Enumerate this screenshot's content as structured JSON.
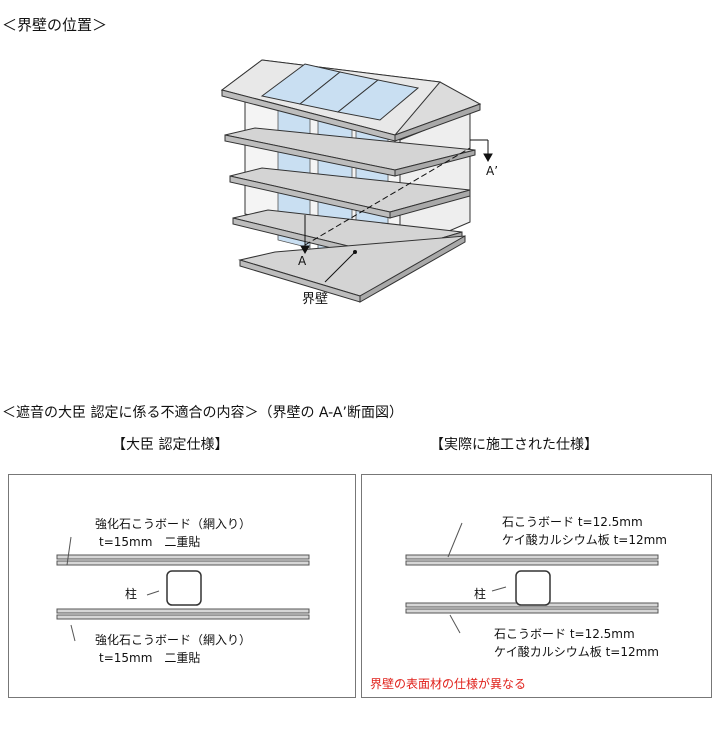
{
  "titles": {
    "location": "＜界壁の位置＞",
    "section": "＜遮音の大臣 認定に係る不適合の内容＞（界壁の A-A’断面図）",
    "approved": "【大臣 認定仕様】",
    "actual": "【実際に施工された仕様】"
  },
  "building": {
    "label_a": "A",
    "label_a_prime": "A’",
    "wall_label": "界壁"
  },
  "approved_spec": {
    "top_line1": "強化石こうボード（網入り）",
    "top_line2": "t=15mm　二重貼",
    "column": "柱",
    "bottom_line1": "強化石こうボード（網入り）",
    "bottom_line2": "t=15mm　二重貼"
  },
  "actual_spec": {
    "top_line1": "石こうボード t=12.5mm",
    "top_line2": "ケイ酸カルシウム板 t=12mm",
    "column": "柱",
    "bottom_line1": "石こうボード t=12.5mm",
    "bottom_line2": "ケイ酸カルシウム板 t=12mm",
    "note": "界壁の表面材の仕様が異なる"
  },
  "colors": {
    "glass": "#c9dff2",
    "slab": "#c8c8c8",
    "note": "#e0201a"
  }
}
